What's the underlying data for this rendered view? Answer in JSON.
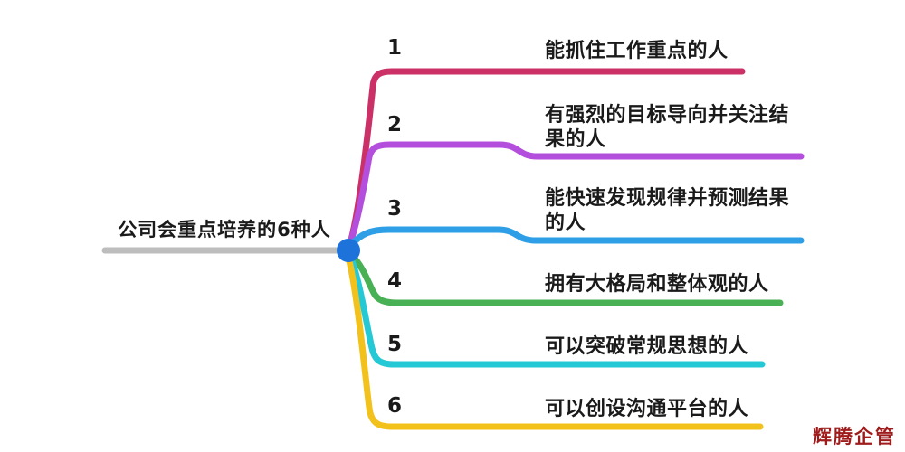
{
  "title": {
    "text": "公司会重点培养的6种人"
  },
  "hub": {
    "color": "#1e73db"
  },
  "trunk": {
    "color": "#bdbdbd"
  },
  "branches": [
    {
      "number": "1",
      "label": "能抓住工作重点的人",
      "color": "#cb3166"
    },
    {
      "number": "2",
      "label": "有强烈的目标导向并关注结果的人",
      "color": "#b44edc"
    },
    {
      "number": "3",
      "label": "能快速发现规律并预测结果的人",
      "color": "#2e9fe6"
    },
    {
      "number": "4",
      "label": "拥有大格局和整体观的人",
      "color": "#48b155"
    },
    {
      "number": "5",
      "label": "可以突破常规思想的人",
      "color": "#25c8d5"
    },
    {
      "number": "6",
      "label": "可以创设沟通平台的人",
      "color": "#f3c11b"
    }
  ],
  "watermark": {
    "text": "辉腾企管",
    "color": "#9e1c1c"
  }
}
